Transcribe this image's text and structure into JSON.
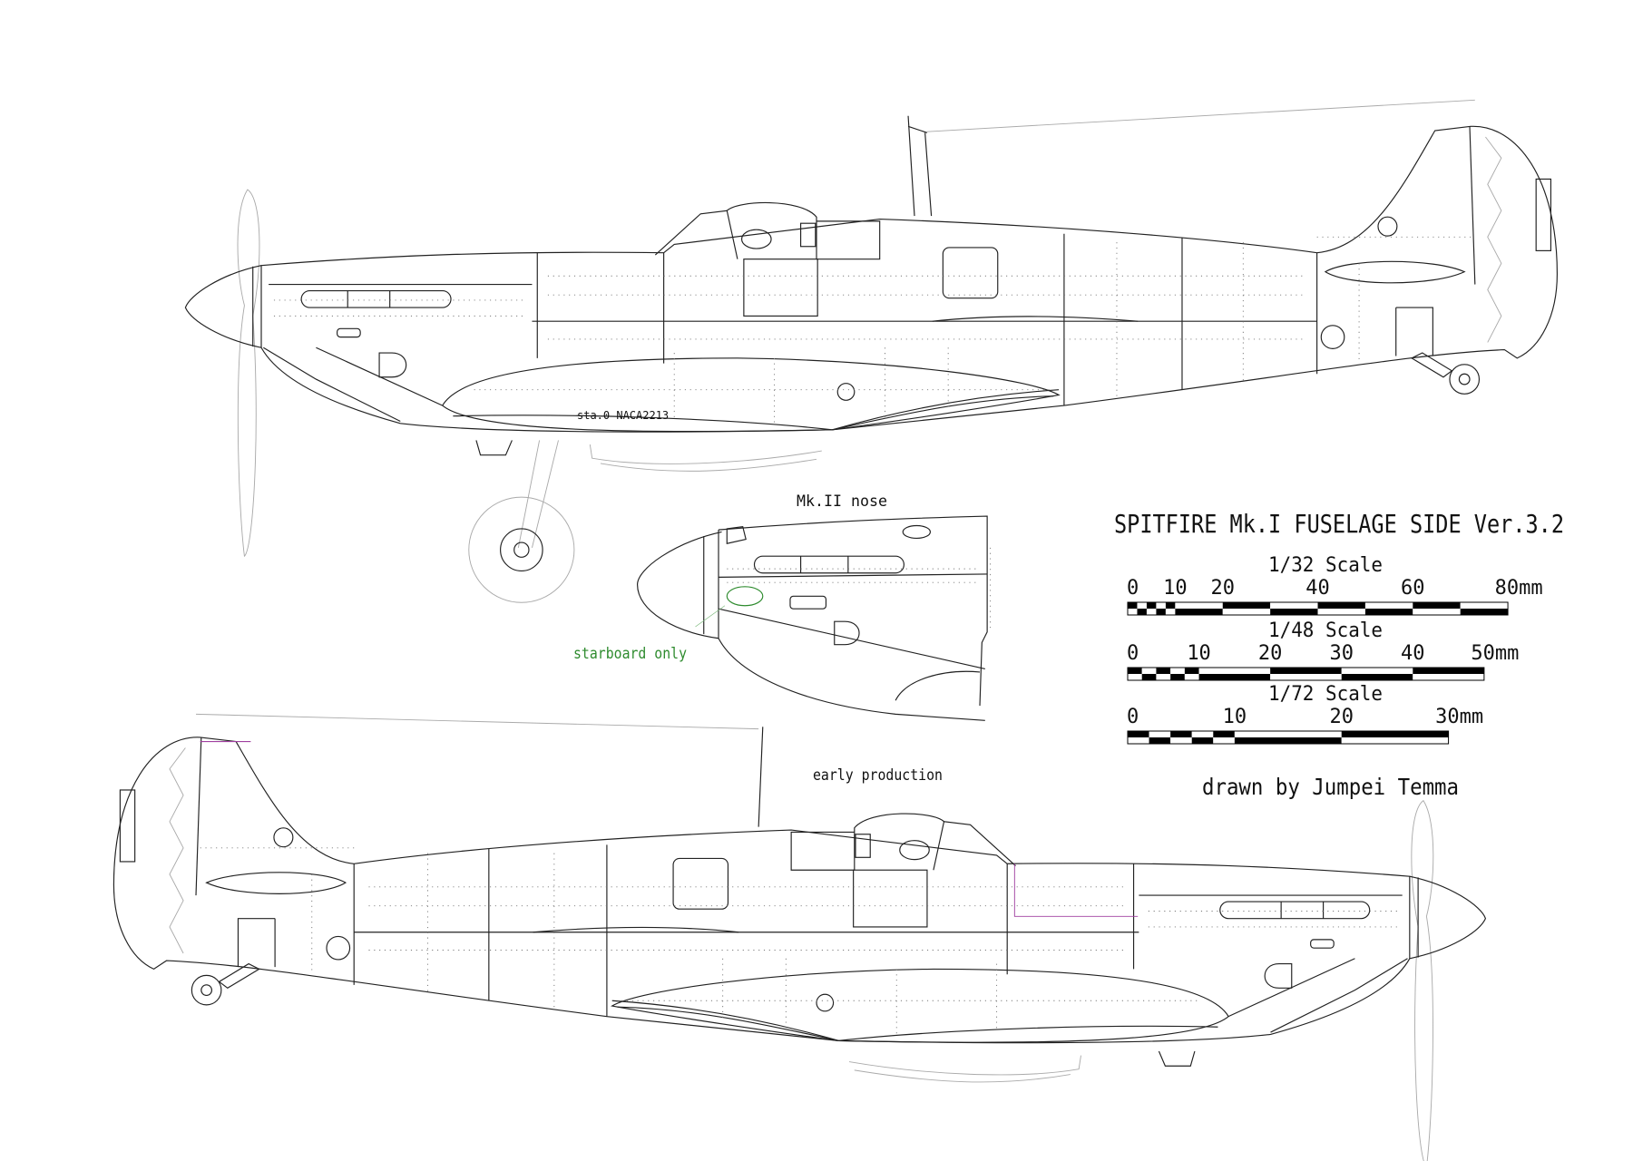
{
  "title": "SPITFIRE Mk.I FUSELAGE SIDE Ver.3.2",
  "annotations": {
    "station_label": "sta.0 NACA2213",
    "inset_label": "Mk.II nose",
    "inset_note": "starboard only",
    "lower_view_label": "early production"
  },
  "credit": "drawn by  Jumpei Temma",
  "colors": {
    "line": "#222222",
    "ghost": "#aaaaaa",
    "note_green": "#2e8b2e"
  },
  "scales": [
    {
      "label": "1/32 Scale",
      "denominator": 32,
      "max_mm": 80,
      "ticks": [
        "0",
        "10",
        "20",
        "40",
        "60",
        "80mm"
      ],
      "tick_values": [
        0,
        10,
        20,
        40,
        60,
        80
      ]
    },
    {
      "label": "1/48 Scale",
      "denominator": 48,
      "max_mm": 50,
      "ticks": [
        "0",
        "10",
        "20",
        "30",
        "40",
        "50mm"
      ],
      "tick_values": [
        0,
        10,
        20,
        30,
        40,
        50
      ]
    },
    {
      "label": "1/72 Scale",
      "denominator": 72,
      "max_mm": 30,
      "ticks": [
        "0",
        "10",
        "20",
        "30mm"
      ],
      "tick_values": [
        0,
        10,
        20,
        30
      ]
    }
  ]
}
